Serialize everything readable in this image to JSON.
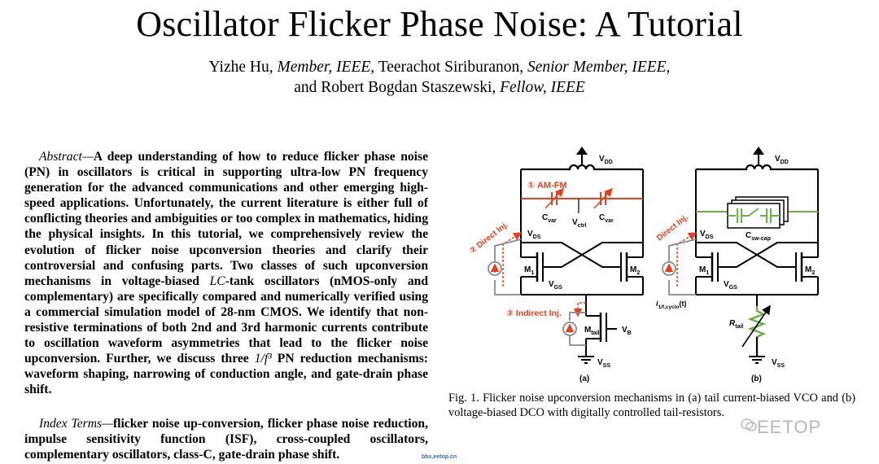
{
  "paper": {
    "title": "Oscillator Flicker Phase Noise: A Tutorial",
    "authors_line1": {
      "a1": "Yizhe Hu, ",
      "a1_role": "Member, IEEE,",
      "a2": " Teerachot Siriburanon, ",
      "a2_role": "Senior Member, IEEE,"
    },
    "authors_line2": {
      "a3": "and Robert Bogdan Staszewski, ",
      "a3_role": "Fellow, IEEE"
    },
    "abstract": {
      "label": "Abstract—",
      "part1": "A deep understanding of how to reduce flicker phase noise (PN) in oscillators is critical in supporting ultra-low PN frequency generation for the advanced communications and other emerging high-speed applications. Unfortunately, the current literature is either full of conflicting theories and ambiguities or too complex in mathematics, hiding the physical insights. In this tutorial, we comprehensively review the evolution of flicker noise upconversion theories and clarify their controversial and confusing parts. Two classes of such upconversion mechanisms in voltage-biased ",
      "lc": "LC",
      "part2": "-tank oscillators (nMOS-only and complementary) are specifically compared and numerically verified using a commercial simulation model of 28-nm CMOS. We identify that non-resistive terminations of both 2nd and 3rd harmonic currents contribute to oscillation waveform asymmetries that lead to the flicker noise upconversion. Further, we discuss three ",
      "math": "1/f³",
      "part3": " PN reduction mechanisms: waveform shaping, narrowing of conduction angle, and gate-drain phase shift."
    },
    "index_terms": {
      "label": "Index Terms—",
      "text": "flicker noise up-conversion, flicker phase noise reduction, impulse sensitivity function (ISF), cross-coupled oscillators, complementary oscillators, class-C, gate-drain phase shift."
    },
    "caption": "Fig. 1.  Flicker noise upconversion mechanisms in (a) tail current-biased VCO and (b) voltage-biased DCO with digitally controlled tail-resistors.",
    "watermark_site": "bbs.eetop.cn",
    "watermark_brand": "EETOP"
  },
  "figure": {
    "a": {
      "vdd": "V",
      "vdd_sub": "DD",
      "am_fm": "① AM-FM",
      "cvar": "C",
      "cvar_sub": "var",
      "vctrl": "V",
      "vctrl_sub": "ctrl",
      "direct": "② Direct Inj.",
      "vds": "V",
      "vds_sub": "DS",
      "m1": "M",
      "m1_sub": "1",
      "m2": "M",
      "m2_sub": "2",
      "vgs": "V",
      "vgs_sub": "GS",
      "indirect": "③ Indirect Inj.",
      "mtail": "M",
      "mtail_sub": "tail",
      "vb": "V",
      "vb_sub": "B",
      "vss": "V",
      "vss_sub": "SS",
      "label": "(a)"
    },
    "b": {
      "vdd": "V",
      "vdd_sub": "DD",
      "direct": "Direct Inj.",
      "vds": "V",
      "vds_sub": "DS",
      "csw": "C",
      "csw_sub": "sw-cap",
      "m1": "M",
      "m1_sub": "1",
      "m2": "M",
      "m2_sub": "2",
      "vgs": "V",
      "vgs_sub": "GS",
      "i1f": "i",
      "i1f_sub": "1/f,cyclo",
      "i1f_arg": "(t)",
      "rtail": "R",
      "rtail_sub": "tail",
      "vss": "V",
      "vss_sub": "SS",
      "label": "(b)"
    },
    "colors": {
      "red": "#e8401c",
      "green": "#6cb04a",
      "gray": "#8a8a8a"
    }
  }
}
